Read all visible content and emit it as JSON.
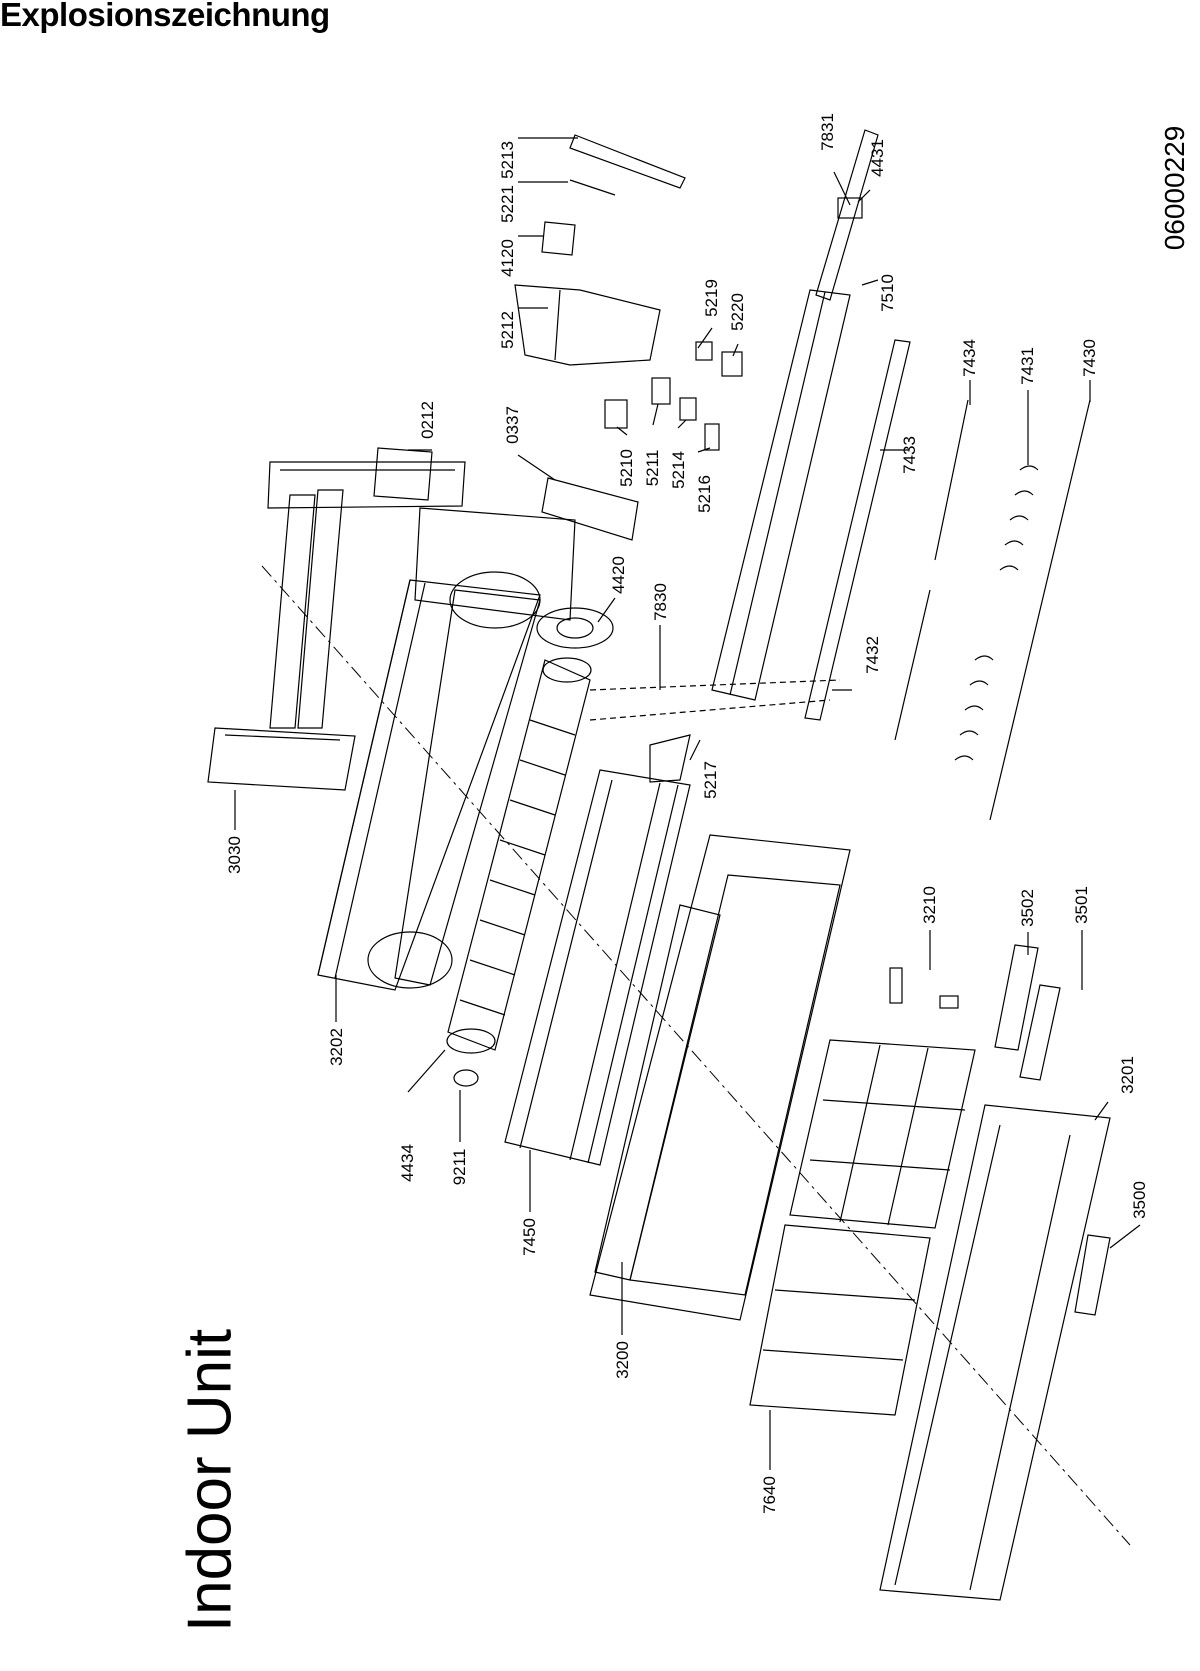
{
  "header": {
    "title": "Explosionszeichnung"
  },
  "subtitle": "Indoor Unit",
  "document_number": "06000229",
  "parts": [
    {
      "id": "5213"
    },
    {
      "id": "5221"
    },
    {
      "id": "4120"
    },
    {
      "id": "5212"
    },
    {
      "id": "0212"
    },
    {
      "id": "0337"
    },
    {
      "id": "5219"
    },
    {
      "id": "5220"
    },
    {
      "id": "7831"
    },
    {
      "id": "4431"
    },
    {
      "id": "7510"
    },
    {
      "id": "5210"
    },
    {
      "id": "5211"
    },
    {
      "id": "5214"
    },
    {
      "id": "5216"
    },
    {
      "id": "4420"
    },
    {
      "id": "7830"
    },
    {
      "id": "7433"
    },
    {
      "id": "7434"
    },
    {
      "id": "7431"
    },
    {
      "id": "7430"
    },
    {
      "id": "7432"
    },
    {
      "id": "5217"
    },
    {
      "id": "3030"
    },
    {
      "id": "3210"
    },
    {
      "id": "3502"
    },
    {
      "id": "3501"
    },
    {
      "id": "3202"
    },
    {
      "id": "3201"
    },
    {
      "id": "4434"
    },
    {
      "id": "9211"
    },
    {
      "id": "3500"
    },
    {
      "id": "7450"
    },
    {
      "id": "3200"
    },
    {
      "id": "7640"
    }
  ]
}
